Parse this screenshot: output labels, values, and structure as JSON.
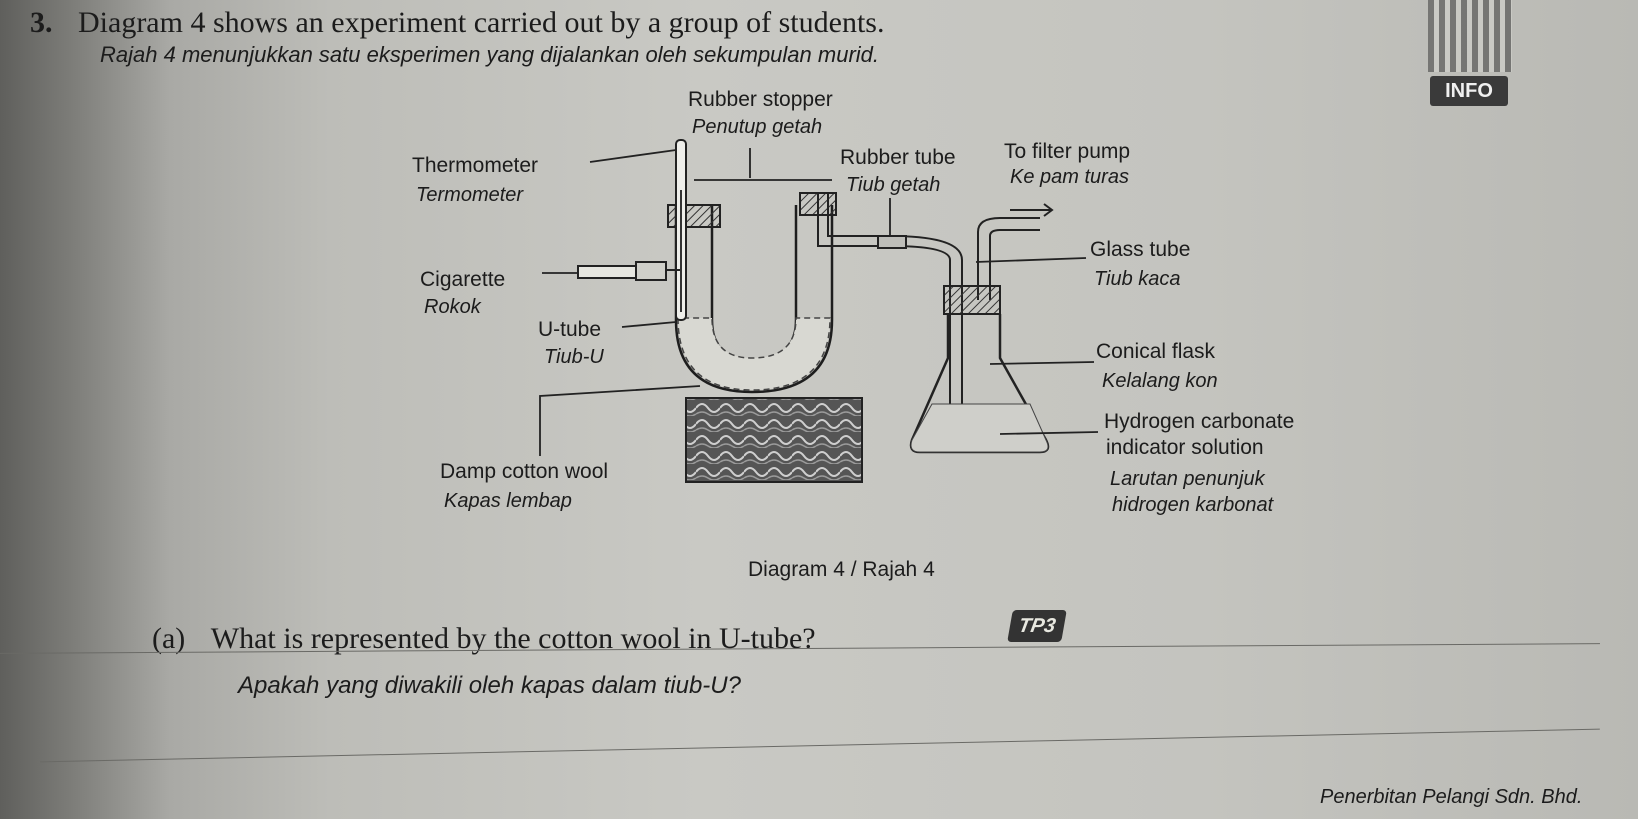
{
  "question": {
    "number": "3.",
    "text_en": "Diagram 4 shows an experiment carried out by a group of students.",
    "text_my": "Rajah 4 menunjukkan satu eksperimen yang dijalankan oleh sekumpulan murid."
  },
  "badge": {
    "info": "INFO"
  },
  "labels": {
    "rubber_stopper_en": "Rubber stopper",
    "rubber_stopper_my": "Penutup getah",
    "thermometer_en": "Thermometer",
    "thermometer_my": "Termometer",
    "rubber_tube_en": "Rubber tube",
    "rubber_tube_my": "Tiub getah",
    "filter_pump_en": "To filter pump",
    "filter_pump_my": "Ke pam turas",
    "cigarette_en": "Cigarette",
    "cigarette_my": "Rokok",
    "glass_tube_en": "Glass tube",
    "glass_tube_my": "Tiub kaca",
    "u_tube_en": "U-tube",
    "u_tube_my": "Tiub-U",
    "conical_flask_en": "Conical flask",
    "conical_flask_my": "Kelalang kon",
    "indicator_en_1": "Hydrogen carbonate",
    "indicator_en_2": "indicator solution",
    "indicator_my_1": "Larutan penunjuk",
    "indicator_my_2": "hidrogen karbonat",
    "cotton_en": "Damp cotton wool",
    "cotton_my": "Kapas lembap"
  },
  "caption": "Diagram 4 / Rajah 4",
  "part_a": {
    "label": "(a)",
    "text_en": "What is represented by the cotton wool in U-tube?",
    "text_my": "Apakah yang diwakili oleh kapas dalam tiub-U?",
    "tp_badge": "TP3"
  },
  "publisher": "Penerbitan Pelangi Sdn. Bhd."
}
